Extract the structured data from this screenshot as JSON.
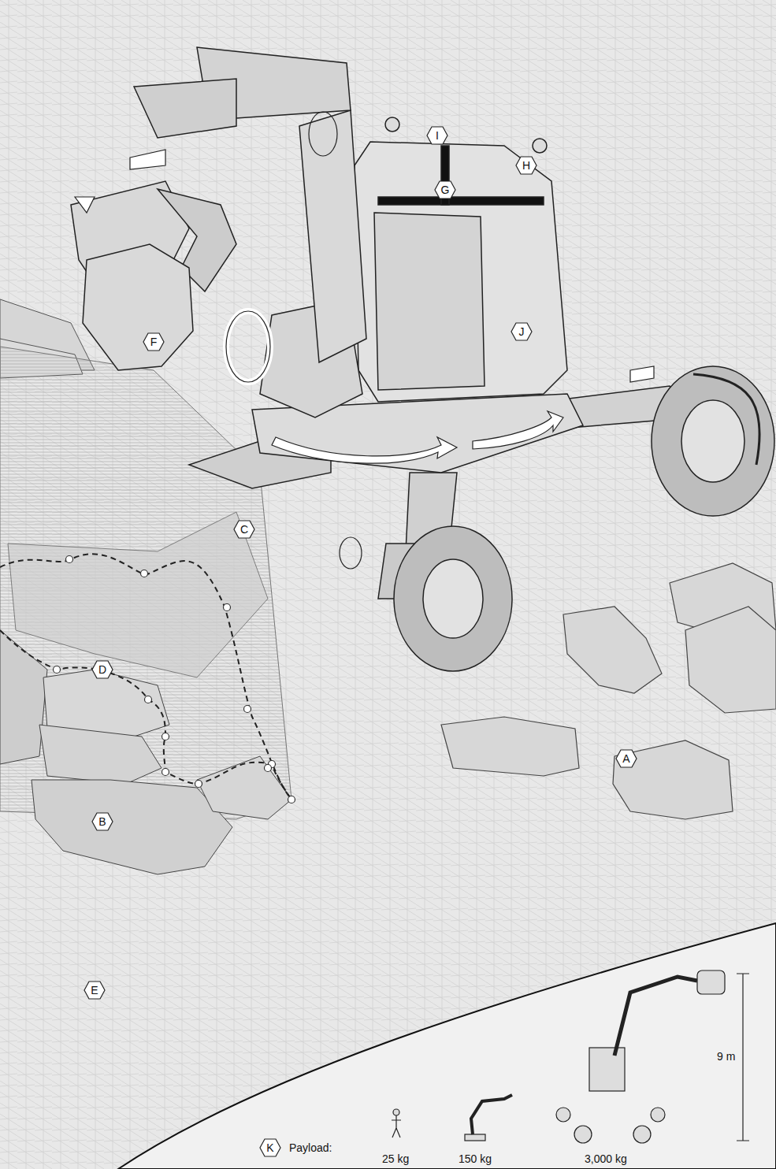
{
  "diagram": {
    "nodes": [
      {
        "text": [
          "I"
        ]
      },
      {
        "text": [
          "H"
        ]
      },
      {
        "text": [
          "G"
        ]
      },
      {
        "text": [
          "J"
        ]
      },
      {
        "text": [
          "F"
        ]
      },
      {
        "text": [
          "C"
        ]
      },
      {
        "text": [
          "D"
        ]
      },
      {
        "text": [
          "A"
        ]
      },
      {
        "text": [
          "B"
        ]
      },
      {
        "text": [
          "E"
        ]
      },
      {
        "text": [
          "K"
        ]
      }
    ],
    "labels": [
      "Payload:",
      "25 kg",
      "150 kg",
      "3,000 kg",
      "9 m"
    ]
  }
}
